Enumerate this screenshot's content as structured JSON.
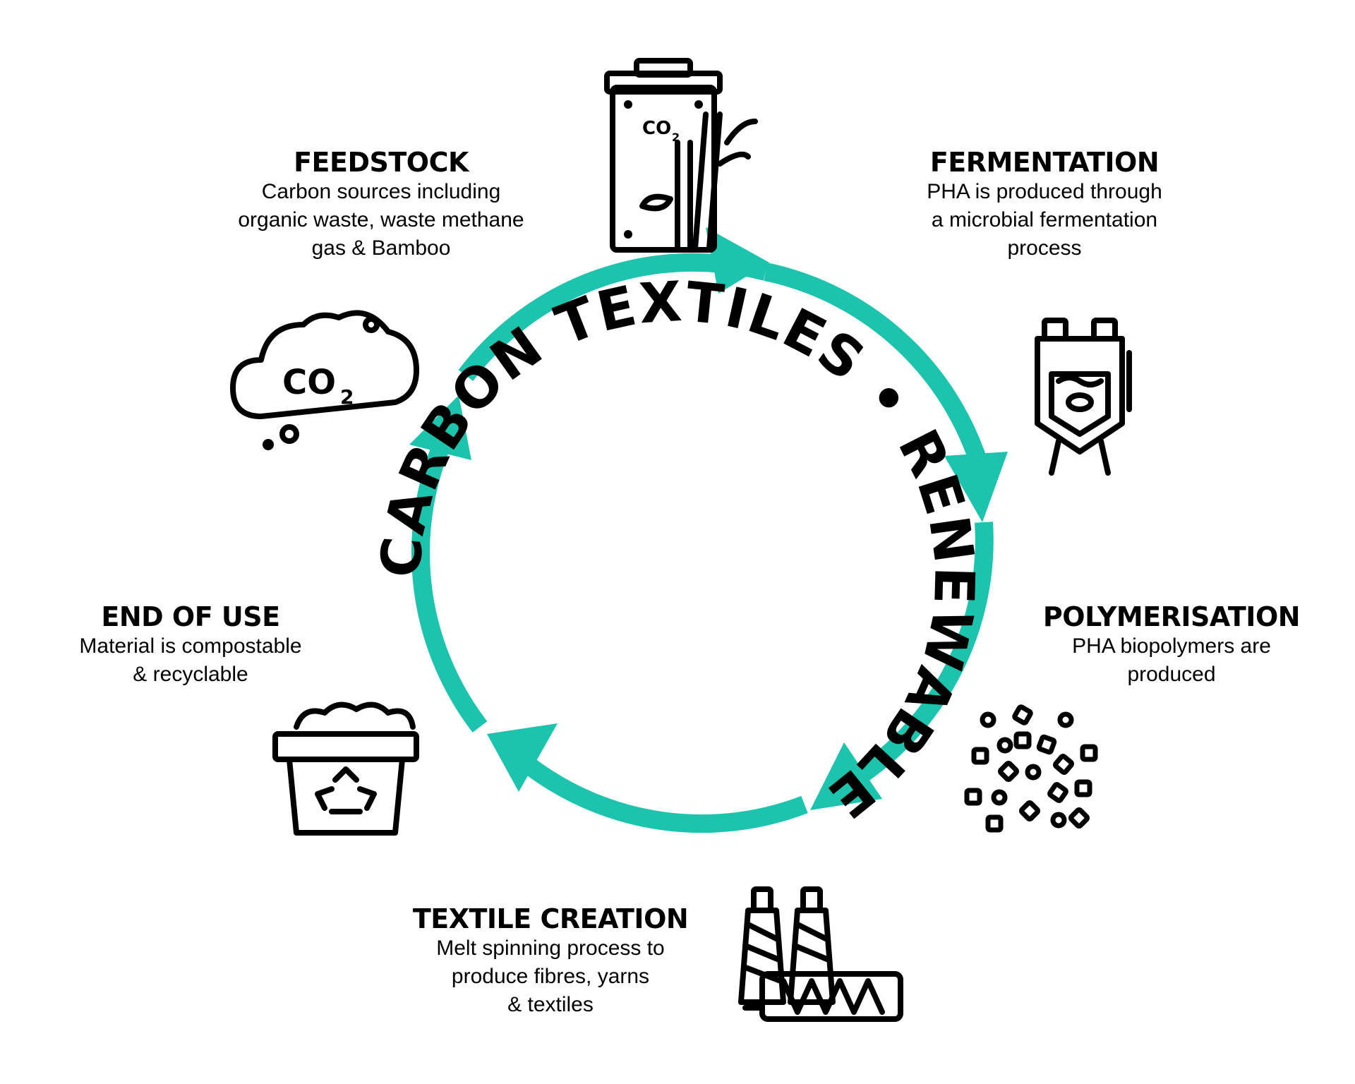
{
  "center_text": "CARBON TEXTILES • RENEWABLE",
  "colors": {
    "cycle": "#1cc4ad",
    "ink": "#000000",
    "background": "#ffffff"
  },
  "stages": {
    "feedstock": {
      "title": "FEEDSTOCK",
      "lines": [
        "Carbon sources including",
        "organic waste, waste methane",
        "gas & Bamboo"
      ],
      "icons": [
        "co2-cloud-icon",
        "co2-bin-bamboo-icon"
      ]
    },
    "fermentation": {
      "title": "FERMENTATION",
      "lines": [
        "PHA is produced through",
        "a microbial fermentation",
        "process"
      ],
      "icons": [
        "fermenter-tank-icon"
      ]
    },
    "polymerisation": {
      "title": "POLYMERISATION",
      "lines": [
        "PHA biopolymers are",
        "produced"
      ],
      "icons": [
        "pellets-icon"
      ]
    },
    "textile_creation": {
      "title": "TEXTILE CREATION",
      "lines": [
        "Melt spinning process to",
        "produce fibres, yarns",
        "& textiles"
      ],
      "icons": [
        "yarn-spools-icon"
      ]
    },
    "end_of_use": {
      "title": "END OF USE",
      "lines": [
        "Material is compostable",
        "& recyclable"
      ],
      "icons": [
        "compost-recycle-bin-icon"
      ]
    }
  },
  "icon_labels": {
    "co2": "CO",
    "co2_sub": "2"
  }
}
